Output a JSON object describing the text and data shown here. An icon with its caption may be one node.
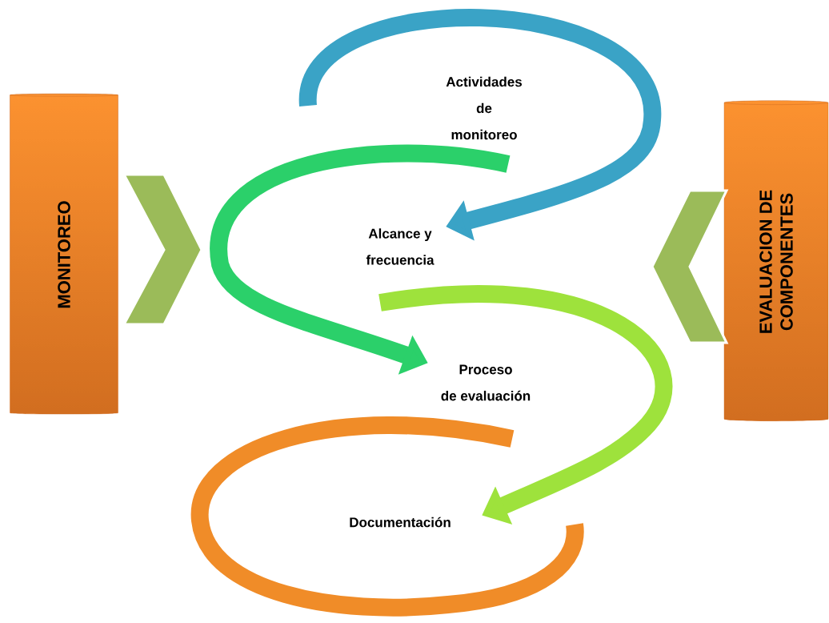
{
  "diagram": {
    "nodes": [
      {
        "text": [
          "MONITOREO"
        ]
      },
      {
        "text": [
          "EVALUACION DE COMPONENTES"
        ]
      },
      {
        "text": [
          "Actividades de monitoreo"
        ]
      },
      {
        "text": [
          "Alcance y frecuencia"
        ]
      },
      {
        "text": [
          "Proceso de evaluación"
        ]
      },
      {
        "text": [
          "Documentación"
        ]
      }
    ],
    "edges": [
      {
        "from": null,
        "to": 3,
        "arrow": "to",
        "color": "#3aa3c6"
      },
      {
        "from": null,
        "to": 4,
        "arrow": "to",
        "color": "#2bd06a"
      },
      {
        "from": null,
        "to": 5,
        "arrow": "to",
        "color": "#9ee23c"
      }
    ]
  }
}
